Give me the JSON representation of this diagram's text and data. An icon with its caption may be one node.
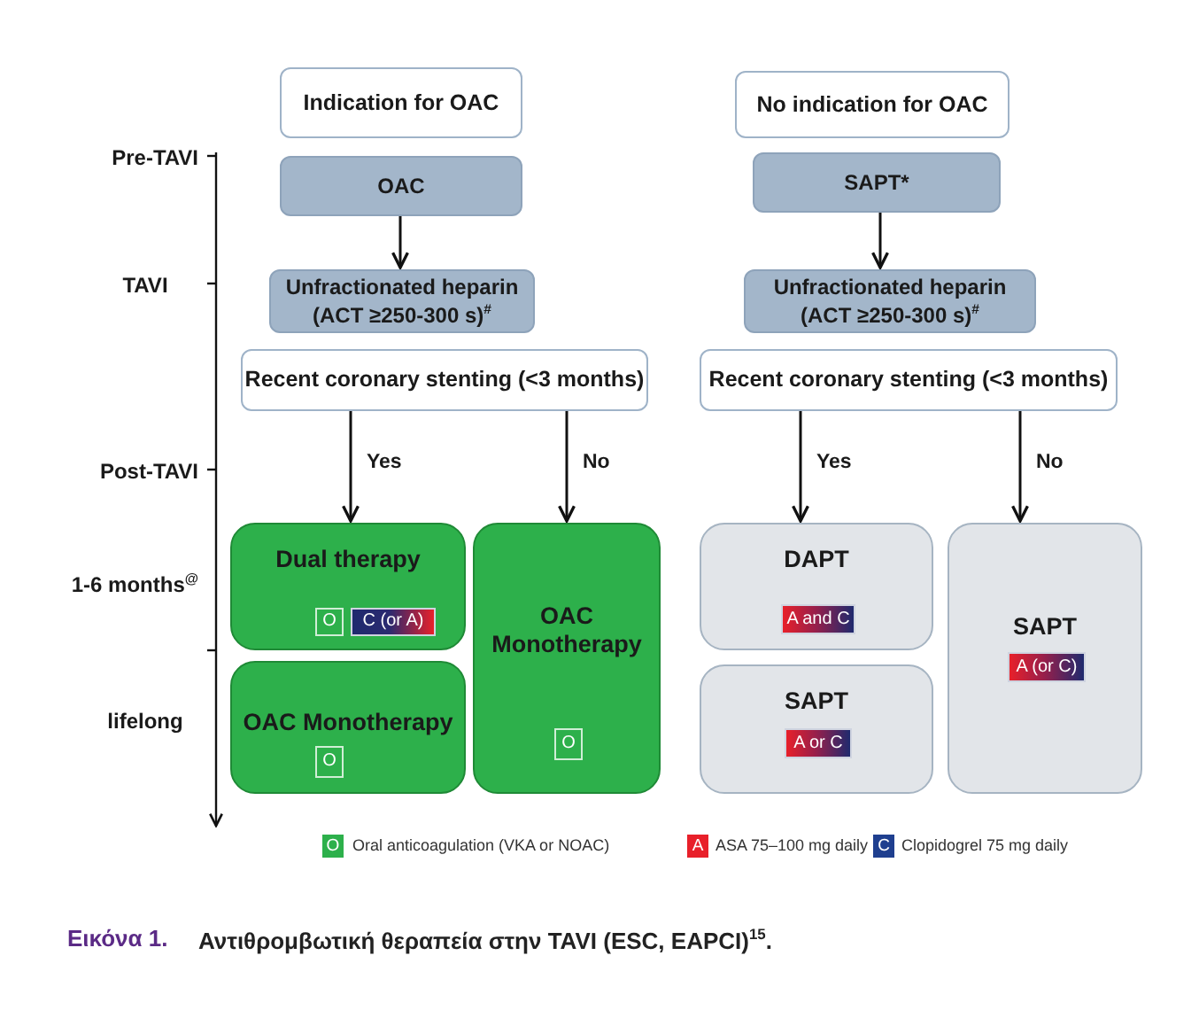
{
  "diagram": {
    "title": "Εικόνα 1.",
    "caption": "Αντιθρομβωτική θεραπεία στην TAVI (ESC, EAPCI)$^{15}$.",
    "nodes": [
      {
        "text": [
          "Indication for OAC"
        ]
      },
      {
        "text": [
          "OAC"
        ]
      },
      {
        "text": [
          "Unfractionated heparin (ACT ≥250-300 s)$^{#}$"
        ]
      },
      {
        "text": [
          "Recent coronary stenting (<3 months)"
        ]
      },
      {
        "text": [
          "No indication for OAC"
        ]
      },
      {
        "text": [
          "SAPT*"
        ]
      },
      {
        "text": [
          "Unfractionated heparin (ACT ≥250-300 s)$^{#}$"
        ]
      },
      {
        "text": [
          "Recent coronary stenting (<3 months)"
        ]
      },
      {
        "text": [
          "Dual therapy"
        ]
      },
      {
        "text": [
          "O"
        ],
        "in": 8
      },
      {
        "text": [
          "C (or A)"
        ],
        "in": 8
      },
      {
        "text": [
          "OAC Monotherapy"
        ]
      },
      {
        "text": [
          "O"
        ],
        "in": 11
      },
      {
        "text": [
          "OAC Monotherapy"
        ]
      },
      {
        "text": [
          "O"
        ],
        "in": 13
      },
      {
        "text": [
          "DAPT"
        ]
      },
      {
        "text": [
          "A and C"
        ],
        "in": 15
      },
      {
        "text": [
          "SAPT"
        ]
      },
      {
        "text": [
          "A or C"
        ],
        "in": 17
      },
      {
        "text": [
          "SAPT"
        ]
      },
      {
        "text": [
          "A (or C)"
        ],
        "in": 19
      }
    ],
    "edges": [
      {
        "from": 1,
        "to": 2,
        "arrow": "to"
      },
      {
        "from": 5,
        "to": 6,
        "arrow": "to"
      },
      {
        "from": 3,
        "to": 8,
        "arrow": "to",
        "label": "Yes"
      },
      {
        "from": 3,
        "to": 11,
        "arrow": "to",
        "label": "No"
      },
      {
        "from": 7,
        "to": 15,
        "arrow": "to",
        "label": "Yes"
      },
      {
        "from": 7,
        "to": 19,
        "arrow": "to",
        "label": "No"
      }
    ],
    "labels": [
      "Pre-TAVI",
      "TAVI",
      "Post-TAVI",
      "1-6 months$^{@}$",
      "lifelong",
      "O",
      "A",
      "C"
    ],
    "legend": [
      {
        "text": "Oral anticoagulation (VKA or NOAC)",
        "color": "#2db04b"
      },
      {
        "text": "ASA 75–100 mg daily",
        "color": "#e8202a"
      },
      {
        "text": "Clopidogrel 75 mg daily",
        "color": "#1f3f8f"
      }
    ]
  }
}
